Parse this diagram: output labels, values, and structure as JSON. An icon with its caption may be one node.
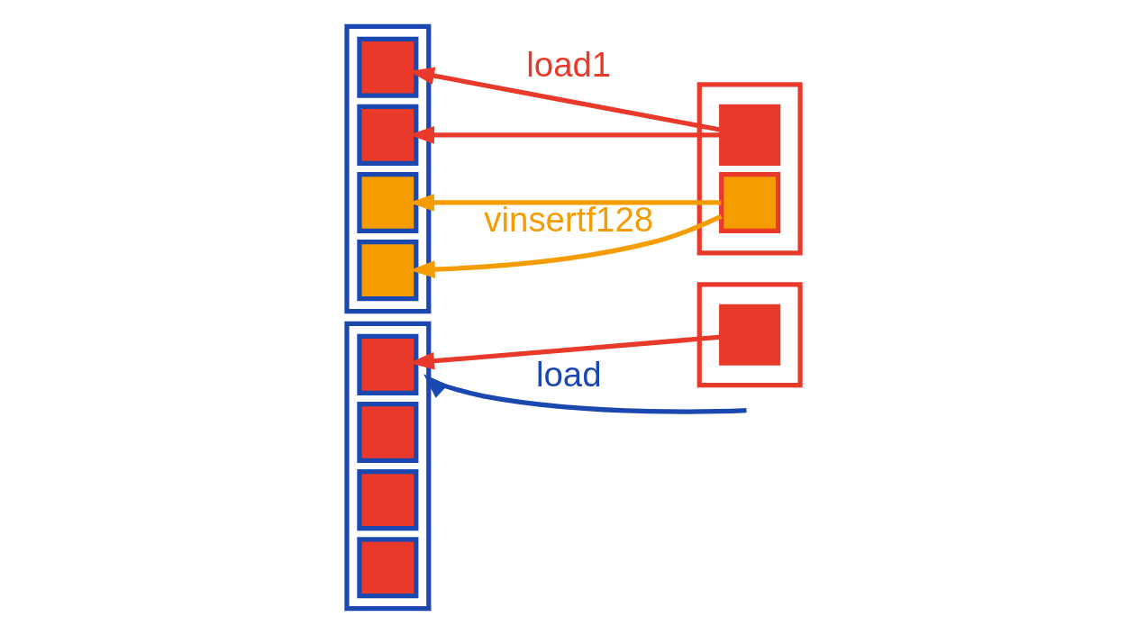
{
  "diagram": {
    "nodes": [
      {
        "text": [],
        "shape": "box"
      },
      {
        "text": [],
        "shape": "box",
        "in": 0
      },
      {
        "text": [],
        "shape": "box",
        "in": 0
      },
      {
        "text": [],
        "shape": "box",
        "in": 0
      },
      {
        "text": [],
        "shape": "box",
        "in": 0
      },
      {
        "text": [],
        "shape": "bar"
      },
      {
        "text": [],
        "shape": "box",
        "in": 5
      },
      {
        "text": [],
        "shape": "box"
      },
      {
        "text": [],
        "shape": "box",
        "in": 7
      },
      {
        "text": [],
        "shape": "box",
        "in": 7
      },
      {
        "text": [],
        "shape": "box",
        "in": 7
      },
      {
        "text": [],
        "shape": "box",
        "in": 7
      },
      {
        "text": [],
        "shape": "bar"
      },
      {
        "text": [],
        "shape": "box",
        "in": 12
      },
      {
        "text": [],
        "shape": "box",
        "in": 12
      }
    ],
    "edges": [
      {
        "from": null,
        "to": 0,
        "arrow": "to",
        "label": "load",
        "color": "#1a47b0"
      },
      {
        "from": 6,
        "to": 1,
        "arrow": "to"
      },
      {
        "from": 13,
        "to": 8,
        "arrow": "to",
        "label": "load1"
      },
      {
        "from": 13,
        "to": 9,
        "arrow": "to"
      },
      {
        "from": 14,
        "to": 10,
        "arrow": "to",
        "color": "#f59c00"
      },
      {
        "from": 14,
        "to": 11,
        "arrow": "to",
        "label": "vinsertf128",
        "color": "#f59c00"
      }
    ]
  }
}
